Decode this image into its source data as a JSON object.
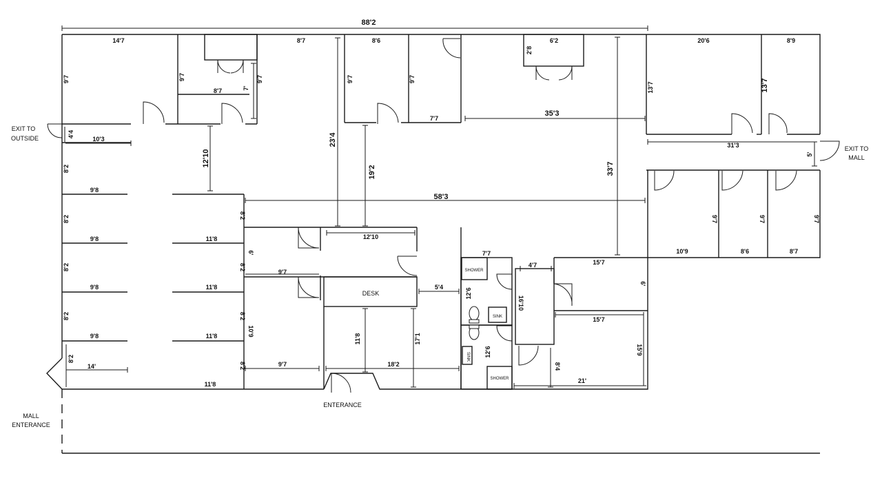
{
  "plan": {
    "overall_width": "88'2",
    "labels": {
      "exit_outside": [
        "EXIT TO",
        "OUTSIDE"
      ],
      "exit_mall": [
        "EXIT TO",
        "MALL"
      ],
      "mall_entrance": [
        "MALL",
        "ENTERANCE"
      ],
      "entrance": "ENTERANCE",
      "desk": "DESK",
      "shower": "SHOWER",
      "sink": "SINK"
    },
    "dims": [
      {
        "id": "d-14-7",
        "t": "14'7"
      },
      {
        "id": "d-9-7-a",
        "t": "9'7"
      },
      {
        "id": "d-9-7-b",
        "t": "9'7"
      },
      {
        "id": "d-8-7-hall",
        "t": "8'7"
      },
      {
        "id": "d-7",
        "t": "7'"
      },
      {
        "id": "d-9-7-c",
        "t": "9'7"
      },
      {
        "id": "d-8-7-top",
        "t": "8'7"
      },
      {
        "id": "d-8-6-top",
        "t": "8'6"
      },
      {
        "id": "d-9-7-d",
        "t": "9'7"
      },
      {
        "id": "d-9-7-e",
        "t": "9'7"
      },
      {
        "id": "d-7-7-a",
        "t": "7'7"
      },
      {
        "id": "d-6-2",
        "t": "6'2"
      },
      {
        "id": "d-2-8",
        "t": "2'8"
      },
      {
        "id": "d-20-6",
        "t": "20'6"
      },
      {
        "id": "d-8-9",
        "t": "8'9"
      },
      {
        "id": "d-13-7-a",
        "t": "13'7"
      },
      {
        "id": "d-13-7-b",
        "t": "13'7"
      },
      {
        "id": "d-35-3",
        "t": "35'3"
      },
      {
        "id": "d-33-7",
        "t": "33'7"
      },
      {
        "id": "d-31-3",
        "t": "31'3"
      },
      {
        "id": "d-5",
        "t": "5'"
      },
      {
        "id": "d-23-4",
        "t": "23'4"
      },
      {
        "id": "d-19-2",
        "t": "19'2"
      },
      {
        "id": "d-12-10-a",
        "t": "12'10"
      },
      {
        "id": "d-4-4",
        "t": "4'4"
      },
      {
        "id": "d-10-3",
        "t": "10'3"
      },
      {
        "id": "d-8-2-a",
        "t": "8'2"
      },
      {
        "id": "d-9-8-a",
        "t": "9'8"
      },
      {
        "id": "d-58-3",
        "t": "58'3"
      },
      {
        "id": "d-8-2-b",
        "t": "8'2"
      },
      {
        "id": "d-8-2-c",
        "t": "8'2"
      },
      {
        "id": "d-9-8-b",
        "t": "9'8"
      },
      {
        "id": "d-11-8-a",
        "t": "11'8"
      },
      {
        "id": "d-6",
        "t": "6'"
      },
      {
        "id": "d-12-10-b",
        "t": "12'10"
      },
      {
        "id": "d-9-7-f",
        "t": "9'7"
      },
      {
        "id": "d-8-2-d",
        "t": "8'2"
      },
      {
        "id": "d-8-2-e",
        "t": "8'2"
      },
      {
        "id": "d-9-8-c",
        "t": "9'8"
      },
      {
        "id": "d-11-8-b",
        "t": "11'8"
      },
      {
        "id": "d-8-2-f",
        "t": "8'2"
      },
      {
        "id": "d-8-2-g",
        "t": "8'2"
      },
      {
        "id": "d-10-9-left",
        "t": "10'9"
      },
      {
        "id": "d-9-8-d",
        "t": "9'8"
      },
      {
        "id": "d-11-8-c",
        "t": "11'8"
      },
      {
        "id": "d-8-2-h",
        "t": "8'2"
      },
      {
        "id": "d-8-2-i",
        "t": "8'2"
      },
      {
        "id": "d-14",
        "t": "14'"
      },
      {
        "id": "d-9-7-g",
        "t": "9'7"
      },
      {
        "id": "d-11-8-d",
        "t": "11'8"
      },
      {
        "id": "d-5-4",
        "t": "5'4"
      },
      {
        "id": "d-11-8-e",
        "t": "11'8"
      },
      {
        "id": "d-17-1",
        "t": "17'1"
      },
      {
        "id": "d-18-2",
        "t": "18'2"
      },
      {
        "id": "d-7-7-b",
        "t": "7'7"
      },
      {
        "id": "d-12-6-a",
        "t": "12'6"
      },
      {
        "id": "d-12-6-b",
        "t": "12'6"
      },
      {
        "id": "d-4-7",
        "t": "4'7"
      },
      {
        "id": "d-16-10",
        "t": "16'10"
      },
      {
        "id": "d-15-7-a",
        "t": "15'7"
      },
      {
        "id": "d-6-b",
        "t": "6'"
      },
      {
        "id": "d-15-7-b",
        "t": "15'7"
      },
      {
        "id": "d-15-9",
        "t": "15'9"
      },
      {
        "id": "d-8-4",
        "t": "8'4"
      },
      {
        "id": "d-21",
        "t": "21'"
      },
      {
        "id": "d-9-7-h",
        "t": "9'7"
      },
      {
        "id": "d-9-7-i",
        "t": "9'7"
      },
      {
        "id": "d-9-7-j",
        "t": "9'7"
      },
      {
        "id": "d-10-9",
        "t": "10'9"
      },
      {
        "id": "d-8-6-b",
        "t": "8'6"
      },
      {
        "id": "d-8-7-b",
        "t": "8'7"
      }
    ]
  }
}
